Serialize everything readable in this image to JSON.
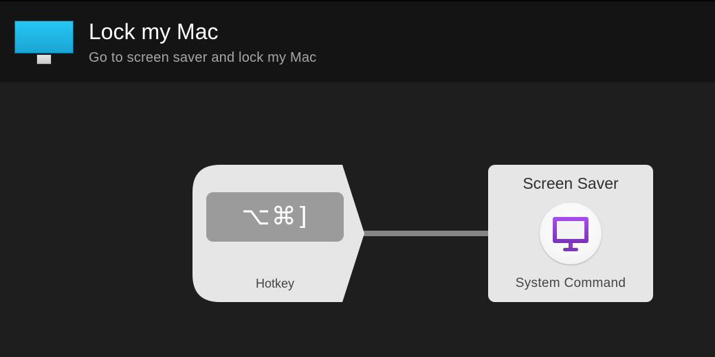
{
  "header": {
    "icon": "monitor-icon",
    "title": "Lock my Mac",
    "subtitle": "Go to screen saver and lock my Mac"
  },
  "workflow": {
    "trigger": {
      "type_label": "Hotkey",
      "shortcut": "⌥⌘]"
    },
    "action": {
      "title": "Screen Saver",
      "icon": "display-icon",
      "type_label": "System Command",
      "icon_color": "#8e3fd6"
    },
    "connector_color": "#858585"
  },
  "colors": {
    "header_bg": "#141414",
    "canvas_bg": "#1e1e1e",
    "node_bg": "#e6e6e6",
    "key_bg": "#9b9b9b"
  }
}
